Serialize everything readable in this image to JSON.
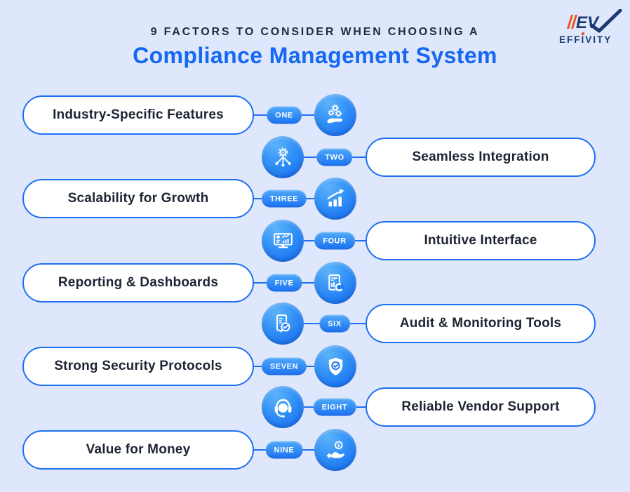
{
  "header": {
    "kicker": "9 FACTORS TO CONSIDER WHEN CHOOSING A",
    "title": "Compliance Management System"
  },
  "logo": {
    "monogram": "EV",
    "brand": "EFFIVITY"
  },
  "colors": {
    "background": "#dee7fb",
    "accent_blue": "#1e70f3",
    "title_blue": "#1667f2",
    "text_dark": "#1d2433",
    "gradient_light": "#4fa9f8",
    "gradient_dark": "#1468ef",
    "pill_fill": "#ffffff",
    "logo_navy": "#1b3a70",
    "logo_orange": "#e8541d"
  },
  "items": [
    {
      "number": "ONE",
      "label": "Industry-Specific Features",
      "icon": "hand-gears-icon"
    },
    {
      "number": "TWO",
      "label": "Seamless Integration",
      "icon": "gear-network-icon"
    },
    {
      "number": "THREE",
      "label": "Scalability for Growth",
      "icon": "growth-chart-icon"
    },
    {
      "number": "FOUR",
      "label": "Intuitive Interface",
      "icon": "monitor-dashboard-icon"
    },
    {
      "number": "FIVE",
      "label": "Reporting & Dashboards",
      "icon": "report-analytics-icon"
    },
    {
      "number": "SIX",
      "label": "Audit & Monitoring Tools",
      "icon": "audit-search-icon"
    },
    {
      "number": "SEVEN",
      "label": "Strong Security Protocols",
      "icon": "shield-check-icon"
    },
    {
      "number": "EIGHT",
      "label": "Reliable Vendor Support",
      "icon": "headset-icon"
    },
    {
      "number": "NINE",
      "label": "Value for Money",
      "icon": "hand-coin-icon"
    }
  ]
}
